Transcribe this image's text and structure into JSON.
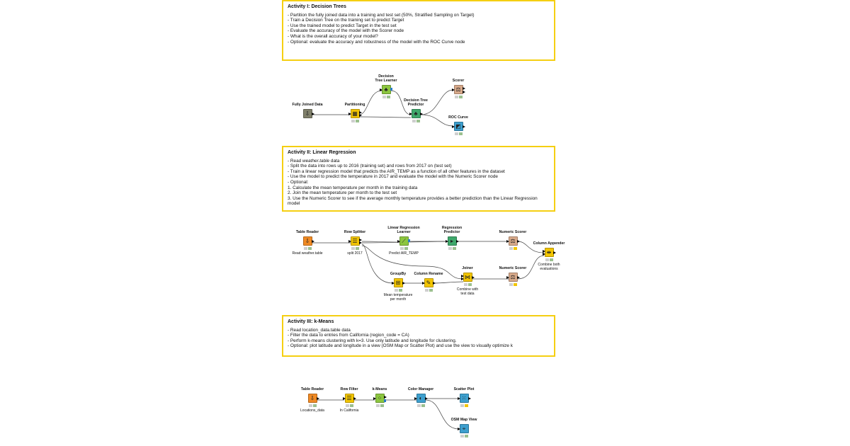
{
  "activity1": {
    "title": "Activity I: Decision Trees",
    "lines": [
      "- Partition the fully joined data into a training and test set (50%, Stratified Sampling on Target)",
      "- Train a Decision Tree on the training set to predict Target",
      "- Use the trained model to predict Target in the test set",
      "- Evaluate the accuracy of the model with the Scorer node",
      "- What is the overall accuracy of your model?",
      "- Optional: evaluate the accuracy and robustness of the model with the ROC Curve node"
    ]
  },
  "activity2": {
    "title": "Activity II: Linear Regression",
    "line1_prefix": "- Read ",
    "line1_em": "weather.table",
    "line1_suffix": " data",
    "lines": [
      "- Split the data into rows up to 2016 (training set) and rows from 2017 on (test set)",
      "- Train a linear regression model that predicts the AIR_TEMP as a function of all other features in the dataset",
      "- Use the model to predict the temperature in 2017 and evaluate the model with the Numeric Scorer node",
      "- Optional:",
      "1. Calculate the mean temperature per month in the training data",
      "2. Join the mean temperature per month to the test set",
      "3. Use the Numeric Scorer to see if the average monthly temperature provides a better prediction than the Linear Regression model"
    ]
  },
  "activity3": {
    "title": "Activity III: k-Means",
    "lines": [
      "- Read  location_data.table  data",
      "- Filter the data to entries from California (region_code = CA)",
      "- Perform k-means clustering with k=3. Use only latitude and longitude for clustering.",
      "- Optional: plot latitude and longitude in a view (OSM Map or Scatter Plot) and use the view to visually optimize k"
    ]
  },
  "nodes": {
    "fully_joined": {
      "label": "Fully Joined Data",
      "comment": "",
      "color": "#7f7f6a",
      "icon": "⇩"
    },
    "partitioning": {
      "label": "Partitioning",
      "comment": "",
      "color": "#f2c500",
      "icon": "▦"
    },
    "dt_learner": {
      "label": "Decision\nTree Learner",
      "comment": "",
      "color": "#8cc63f",
      "icon": "♣"
    },
    "dt_predictor": {
      "label": "Decision Tree\nPredictor",
      "comment": "",
      "color": "#3ea86b",
      "icon": "♣"
    },
    "scorer": {
      "label": "Scorer",
      "comment": "",
      "color": "#d7a98a",
      "icon": "⚖"
    },
    "roc": {
      "label": "ROC Curve",
      "comment": "",
      "color": "#3d9fce",
      "icon": "◩"
    },
    "table_reader_2": {
      "label": "Table Reader",
      "comment": "Read weather.table",
      "color": "#f08a24",
      "icon": "⇩"
    },
    "row_splitter": {
      "label": "Row Splitter",
      "comment": "split 2017",
      "color": "#f2c500",
      "icon": "☰"
    },
    "lr_learner": {
      "label": "Linear Regression\nLearner",
      "comment": "Predict  AIR_TEMP",
      "color": "#8cc63f",
      "icon": "⟋"
    },
    "regression_predictor": {
      "label": "Regression\nPredictor",
      "comment": "",
      "color": "#3ea86b",
      "icon": "▸"
    },
    "numeric_scorer_1": {
      "label": "Numeric Scorer",
      "comment": "",
      "color": "#d7a98a",
      "icon": "⚖"
    },
    "column_appender": {
      "label": "Column Appender",
      "comment": "Combine both\nevaluations",
      "color": "#f2c500",
      "icon": "⇼"
    },
    "groupby": {
      "label": "GroupBy",
      "comment": "Mean temperature\nper month",
      "color": "#f2c500",
      "icon": "⊞"
    },
    "column_rename": {
      "label": "Column Rename",
      "comment": "",
      "color": "#f2c500",
      "icon": "✎"
    },
    "joiner": {
      "label": "Joiner",
      "comment": "Combine with\ntest data",
      "color": "#f2c500",
      "icon": "⋈"
    },
    "numeric_scorer_2": {
      "label": "Numeric Scorer",
      "comment": "",
      "color": "#d7a98a",
      "icon": "⚖"
    },
    "table_reader_3": {
      "label": "Table Reader",
      "comment": "Locations_data",
      "color": "#f08a24",
      "icon": "⇩"
    },
    "row_filter": {
      "label": "Row Filter",
      "comment": "In California",
      "color": "#f2c500",
      "icon": "☰"
    },
    "kmeans": {
      "label": "k-Means",
      "comment": "",
      "color": "#8cc63f",
      "icon": "⁘"
    },
    "color_manager": {
      "label": "Color Manager",
      "comment": "",
      "color": "#3d9fce",
      "icon": "◐"
    },
    "scatter_plot": {
      "label": "Scatter Plot",
      "comment": "",
      "color": "#3d9fce",
      "icon": "⁙"
    },
    "osm_map": {
      "label": "OSM Map View",
      "comment": "",
      "color": "#3d9fce",
      "icon": "⌖"
    }
  }
}
